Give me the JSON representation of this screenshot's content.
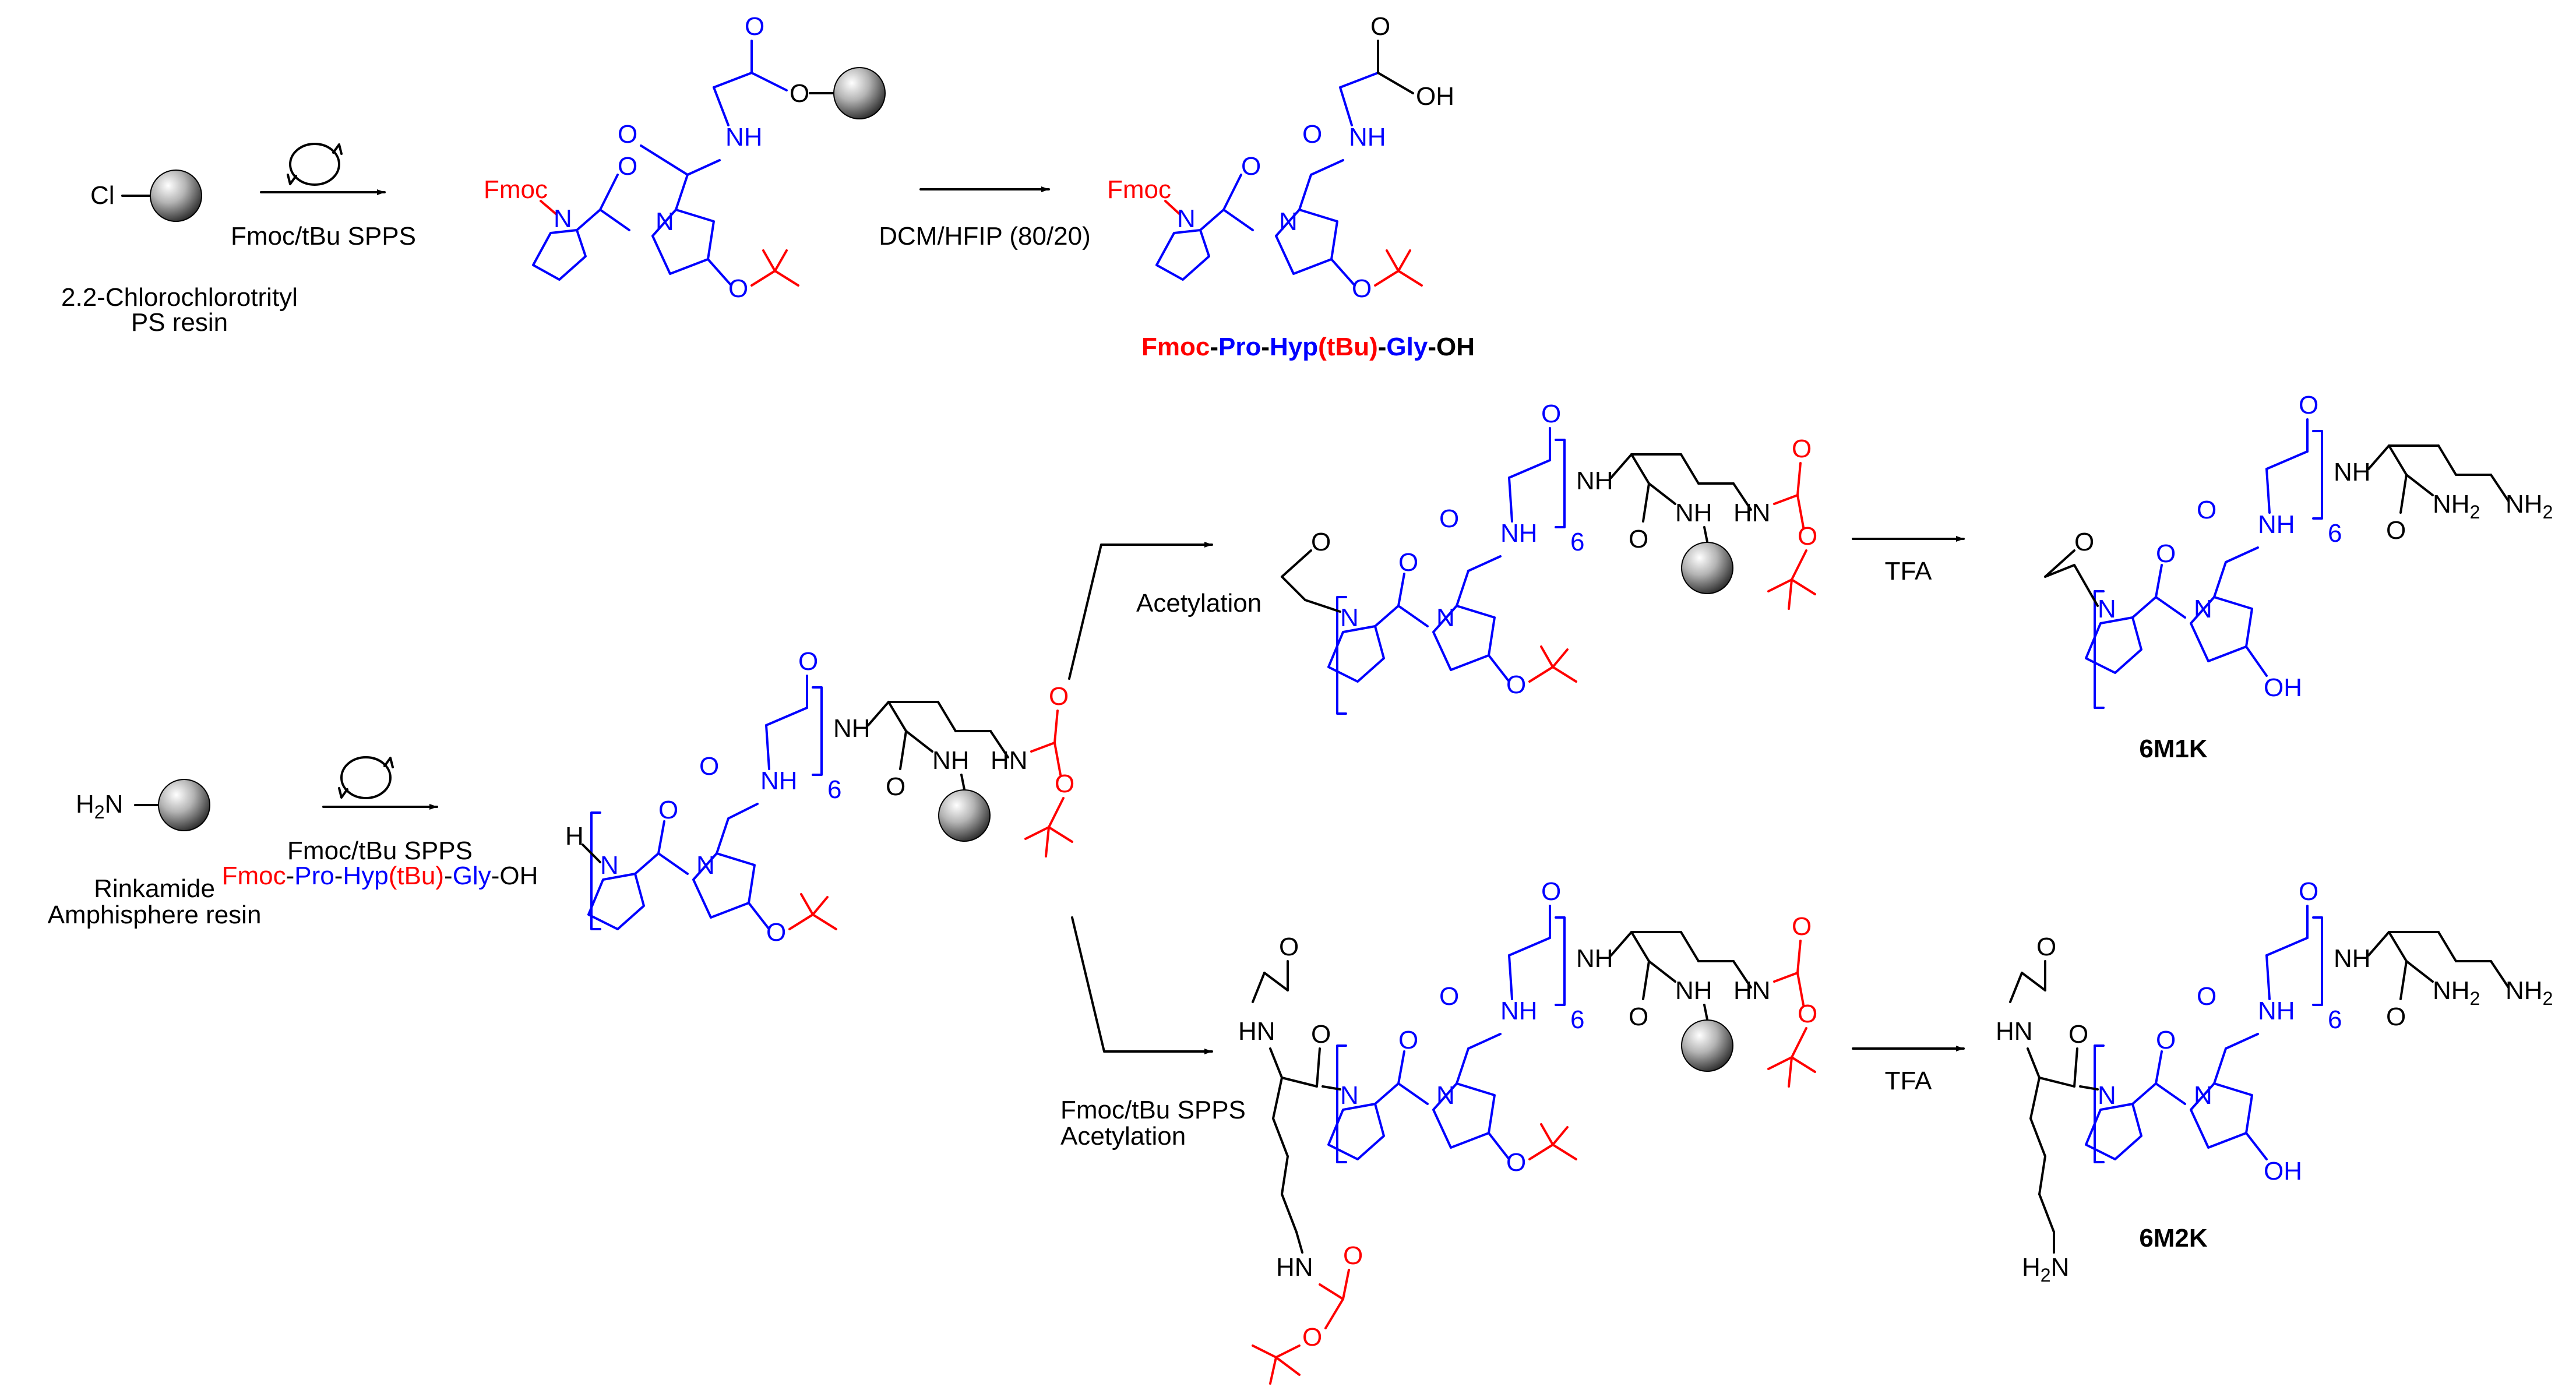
{
  "colors": {
    "black": "#000000",
    "blue": "#0000ff",
    "red": "#ff0000",
    "bead": "#999999"
  },
  "top": {
    "cl_atom": "Cl",
    "cycle_label": "Fmoc/tBu SPPS",
    "resin_line1": "2.2-Chlorochlorotrityl",
    "resin_line2": "PS resin",
    "fmoc": "Fmoc",
    "cleave_label": "DCM/HFIP (80/20)",
    "oh_group": "OH",
    "product": {
      "p1": "Fmoc",
      "p2": "-",
      "p3": "Pro",
      "p4": "-",
      "p5": "Hyp",
      "p6": "(tBu)",
      "p7": "-",
      "p8": "Gly",
      "p9": "-",
      "p10": "OH"
    }
  },
  "middle": {
    "h2n": "H",
    "h2n_sub": "2",
    "h2n_n": "N",
    "cycle_label": "Fmoc/tBu SPPS",
    "building_block": {
      "p1": "Fmoc",
      "p2": "-",
      "p3": "Pro",
      "p4": "-",
      "p5": "Hyp",
      "p6": "(tBu)",
      "p7": "-",
      "p8": "Gly",
      "p9": "-OH"
    },
    "resin_line1": "Rinkamide",
    "resin_line2": "Amphisphere resin",
    "repeat": "6"
  },
  "upper_branch": {
    "reagent": "Acetylation",
    "tfa": "TFA",
    "compound": "6M1K"
  },
  "lower_branch": {
    "reagent_line1": "Fmoc/tBu SPPS",
    "reagent_line2": "Acetylation",
    "tfa": "TFA",
    "compound": "6M2K"
  },
  "atoms": {
    "n": "N",
    "o": "O",
    "nh": "NH",
    "h": "H",
    "hn": "HN",
    "nh2": "NH",
    "h2n": "H",
    "two": "2",
    "oh": "OH"
  }
}
